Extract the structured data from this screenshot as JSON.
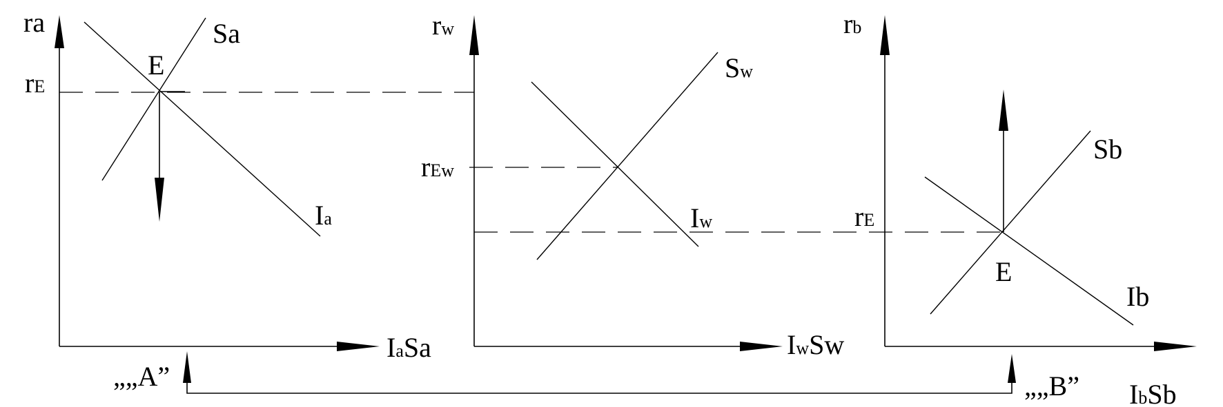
{
  "panel_a": {
    "y_axis": {
      "main": "r",
      "sub": "a"
    },
    "x_axis": {
      "main": "I",
      "sub": "a",
      "tail": "Sa"
    },
    "rate_label": {
      "main": "r",
      "sub": "E"
    },
    "supply_curve": "Sa",
    "investment_curve": {
      "main": "I",
      "sub": "a"
    },
    "equilibrium": "E",
    "country_label": "„„A”"
  },
  "panel_w": {
    "y_axis": {
      "main": "r",
      "sub": "w"
    },
    "x_axis": {
      "main": "I",
      "sub": "w",
      "tail": "Sw"
    },
    "rate_label": {
      "main": "r",
      "sub": "Ew"
    },
    "supply_curve": {
      "main": "S",
      "sub": "w"
    },
    "investment_curve": {
      "main": "I",
      "sub": "w"
    }
  },
  "panel_b": {
    "y_axis": {
      "main": "r",
      "sub": "b"
    },
    "x_axis": {
      "main": "I",
      "sub": "b",
      "tail": "Sb"
    },
    "rate_label": {
      "main": "r",
      "sub": "E"
    },
    "supply_curve": "Sb",
    "investment_curve": "Ib",
    "equilibrium": "E",
    "country_label": "„„B”"
  }
}
